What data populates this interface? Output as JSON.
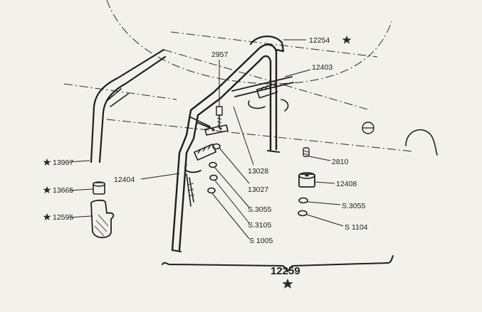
{
  "labels": {
    "p12254": "12254",
    "p2957": "2957",
    "p12403": "12403",
    "p13967": "13967",
    "p13665": "13665",
    "p12595": "12595",
    "p12404": "12404",
    "p13028": "13028",
    "p13027": "13027",
    "p2810": "2810",
    "p12408": "12408",
    "ps3055a": "S.3055",
    "ps3055b": "S.3055",
    "ps3105": "S.3105",
    "ps1105": "S 1104",
    "ps1005": "S 1005",
    "assembly": "12259"
  },
  "star_marked": [
    "12254",
    "13967",
    "13665",
    "12595",
    "12259"
  ]
}
